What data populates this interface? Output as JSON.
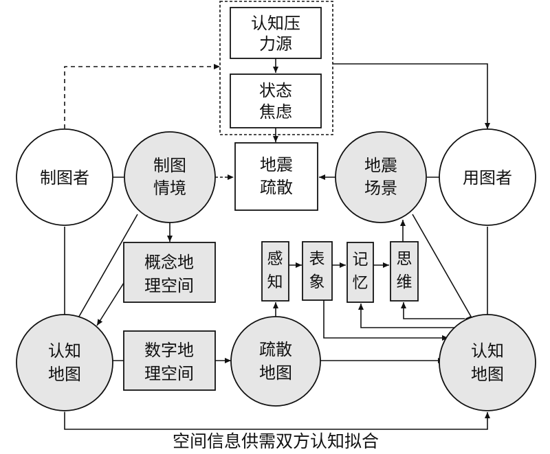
{
  "nodes": {
    "stress_source": [
      "认知压",
      "力源"
    ],
    "anxiety": [
      "状态",
      "焦虑"
    ],
    "evacuation": [
      "地震",
      "疏散"
    ],
    "mapmaker": [
      "制图者"
    ],
    "map_context": [
      "制图",
      "情境"
    ],
    "quake_scene": [
      "地震",
      "场景"
    ],
    "map_user": [
      "用图者"
    ],
    "concept_space": [
      "概念地",
      "理空间"
    ],
    "digital_space": [
      "数字地",
      "理空间"
    ],
    "perception": [
      "感",
      "知"
    ],
    "representation": [
      "表",
      "象"
    ],
    "memory": [
      "记",
      "忆"
    ],
    "thinking": [
      "思",
      "维"
    ],
    "cogmap_left": [
      "认知",
      "地图"
    ],
    "evac_map": [
      "疏散",
      "地图"
    ],
    "cogmap_right": [
      "认知",
      "地图"
    ]
  },
  "caption": "空间信息供需双方认知拟合",
  "colors": {
    "gray_fill": "#e6e6e6",
    "white_fill": "#ffffff",
    "stroke": "#111111"
  }
}
